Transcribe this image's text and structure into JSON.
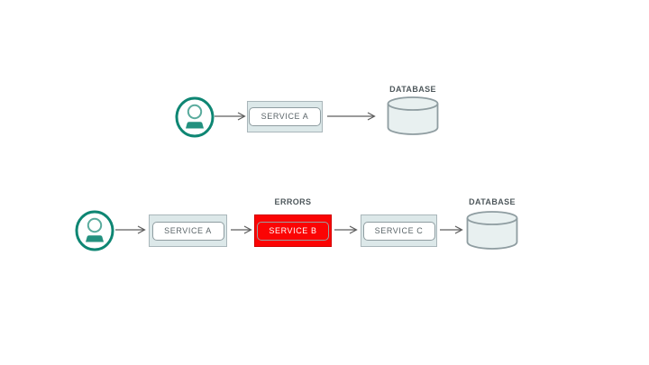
{
  "diagram": {
    "top_flow": {
      "service_a": "SERVICE A",
      "database": "DATABASE"
    },
    "bottom_flow": {
      "service_a": "SERVICE A",
      "errors": "ERRORS",
      "service_b": "SERVICE B",
      "service_c": "SERVICE C",
      "database": "DATABASE"
    },
    "icons": {
      "actor": "user-icon",
      "database": "database-cylinder-icon",
      "connector": "arrow-right-icon"
    },
    "colors": {
      "accent_teal": "#0e8673",
      "head_teal": "#5aab9d",
      "shoulder_teal": "#23917f",
      "error_red": "#fb0404",
      "error_border": "#d10000",
      "node_fill": "#dce8e9",
      "node_border": "#a9b6ba",
      "inner_border": "#8f9da1",
      "text_gray": "#5b6569",
      "label_gray": "#4f585c",
      "arrow_gray": "#5e5e5e",
      "cylinder_fill": "#e8f0f0"
    }
  }
}
